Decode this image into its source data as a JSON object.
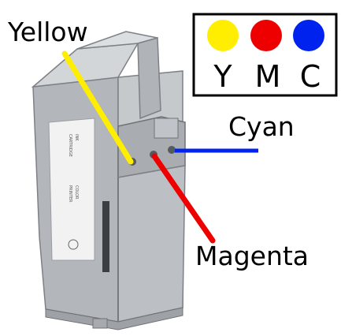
{
  "colors": {
    "yellow": "#ffee00",
    "magenta": "#ee0000",
    "cyan": "#0022ee",
    "cartridge_body": "#b9bcc0",
    "cartridge_dark": "#8e9296",
    "cartridge_light": "#d4d7da"
  },
  "legend": {
    "items": [
      {
        "letter": "Y",
        "color_name": "yellow",
        "color": "#ffee00"
      },
      {
        "letter": "M",
        "color_name": "magenta",
        "color": "#ee0000"
      },
      {
        "letter": "C",
        "color_name": "cyan",
        "color": "#0022ee"
      }
    ]
  },
  "callouts": {
    "yellow": "Yellow",
    "cyan": "Cyan",
    "magenta": "Magenta"
  }
}
